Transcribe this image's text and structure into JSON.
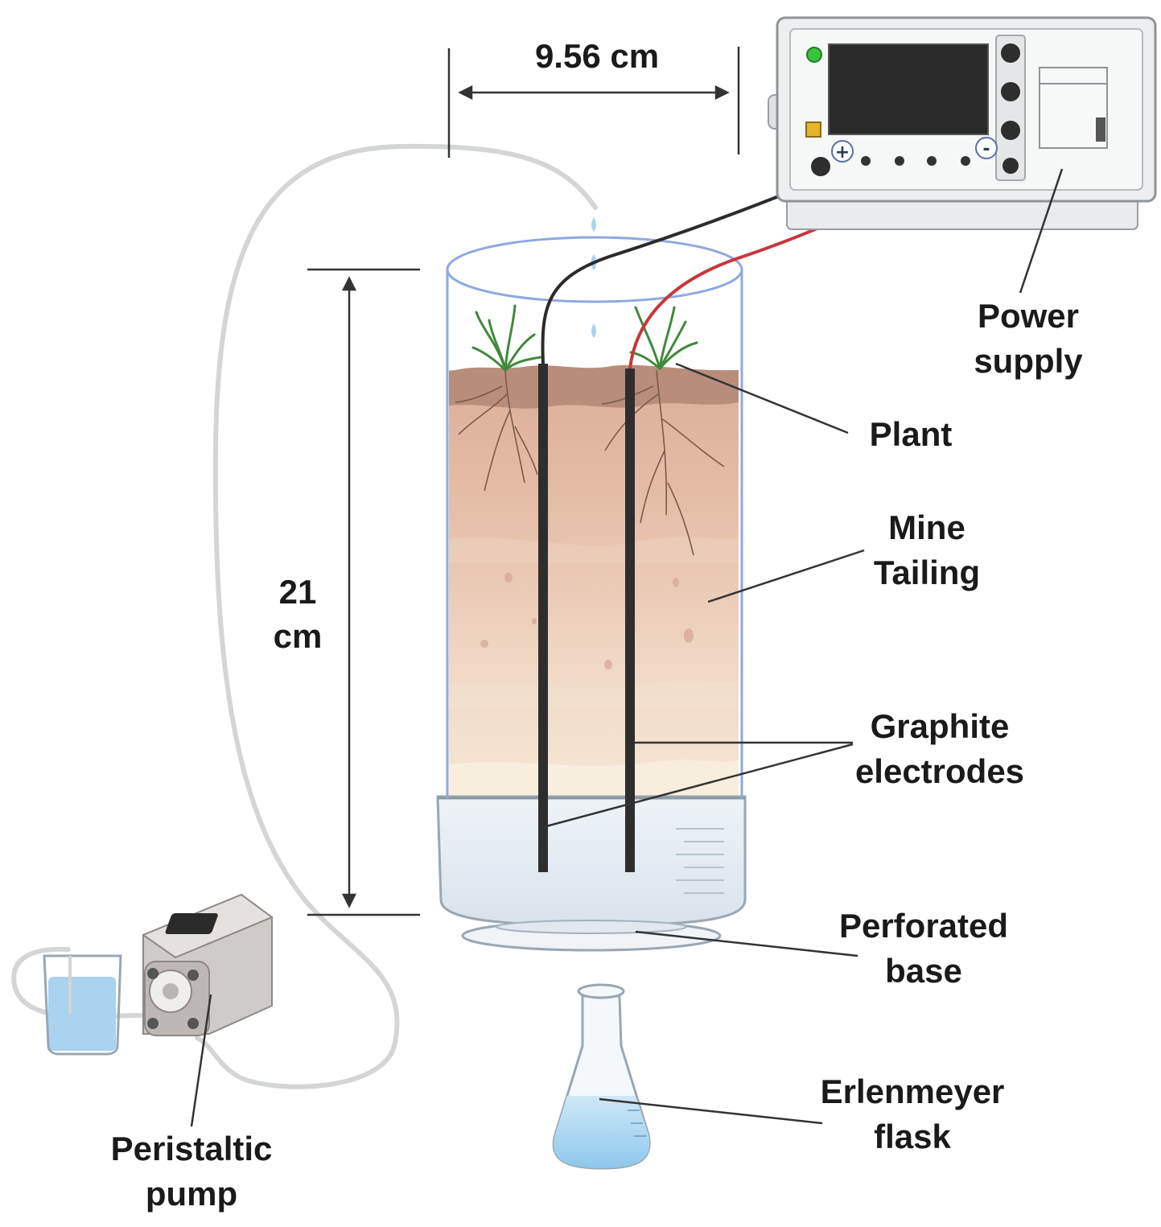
{
  "dimensions": {
    "width_label": "9.56 cm",
    "height_label_line1": "21",
    "height_label_line2": "cm"
  },
  "labels": {
    "power_supply": [
      "Power",
      "supply"
    ],
    "plant": "Plant",
    "mine_tailing": [
      "Mine",
      "Tailing"
    ],
    "graphite_electrodes": [
      "Graphite",
      "electrodes"
    ],
    "perforated_base": [
      "Perforated",
      "base"
    ],
    "erlenmeyer_flask": [
      "Erlenmeyer",
      "flask"
    ],
    "peristaltic_pump": [
      "Peristaltic",
      "pump"
    ]
  },
  "terminals": {
    "positive": "+",
    "negative": "-"
  },
  "colors": {
    "positive_wire": "#2b2b2b",
    "negative_wire": "#c8363a",
    "column_outline": "#8fa8e0",
    "water": "#a9d3ef",
    "topsoil": "#b88d7a",
    "tailing": "#e8c6b0",
    "electrode": "#2e2e2e",
    "indicator_green": "#39c43c",
    "indicator_yellow": "#e4b52a"
  }
}
